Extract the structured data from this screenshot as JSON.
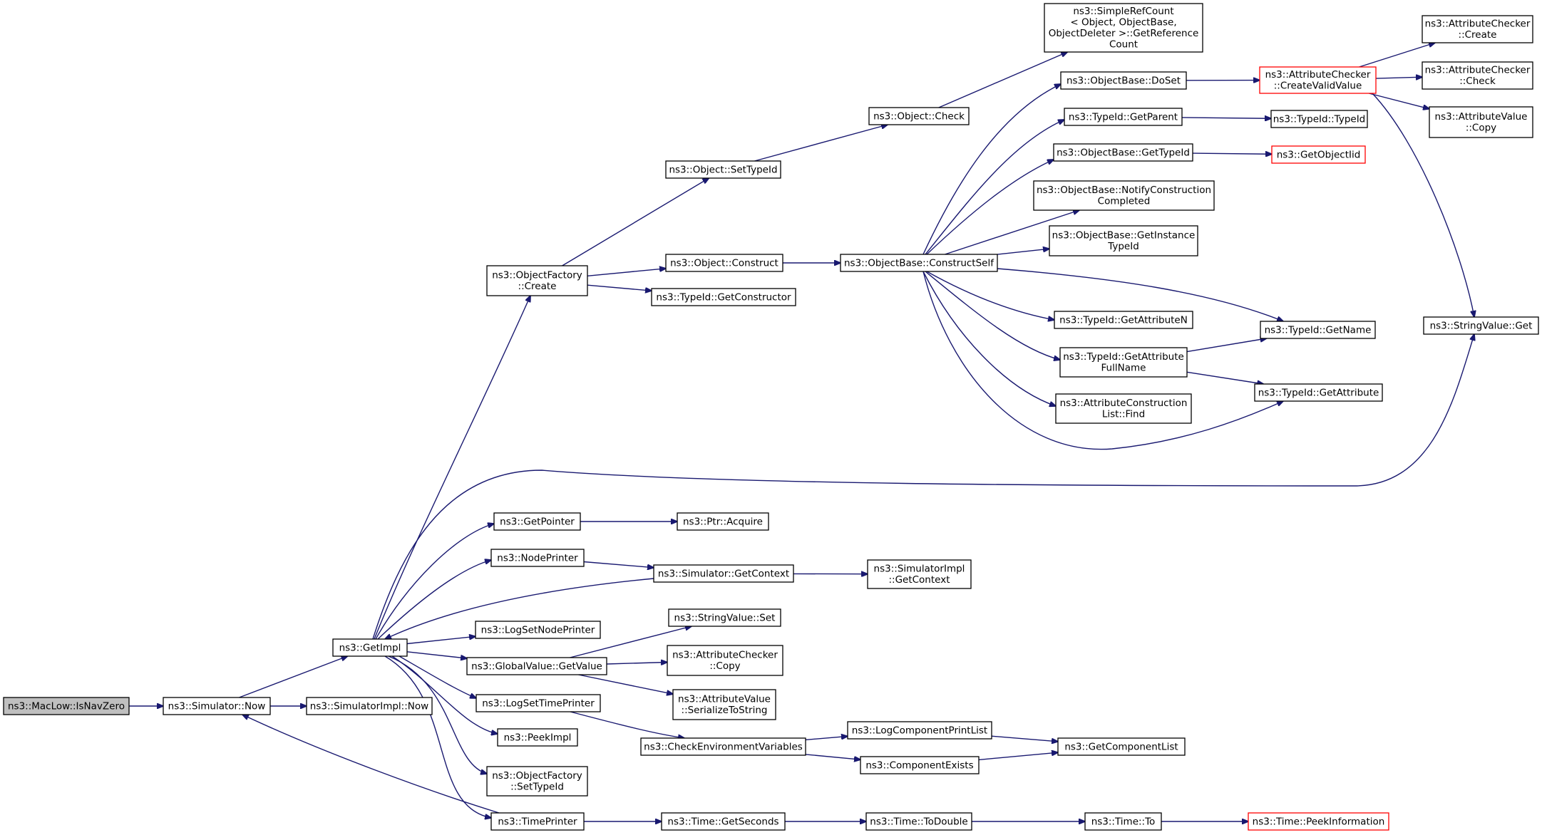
{
  "graph": {
    "title": "",
    "colors": {
      "edge": "#191970",
      "node_border": "#000000",
      "root_fill": "#bfbfbf",
      "truncated_border": "#ff0000"
    },
    "nodes": [
      {
        "id": "maclow_isnavzero",
        "lines": [
          "ns3::MacLow::IsNavZero"
        ],
        "style": "root"
      },
      {
        "id": "simulator_now",
        "lines": [
          "ns3::Simulator::Now"
        ]
      },
      {
        "id": "simulatorimpl_now",
        "lines": [
          "ns3::SimulatorImpl::Now"
        ]
      },
      {
        "id": "getimpl",
        "lines": [
          "ns3::GetImpl"
        ]
      },
      {
        "id": "objectfactory_create",
        "lines": [
          "ns3::ObjectFactory",
          "::Create"
        ]
      },
      {
        "id": "object_settypeid",
        "lines": [
          "ns3::Object::SetTypeId"
        ]
      },
      {
        "id": "object_construct",
        "lines": [
          "ns3::Object::Construct"
        ]
      },
      {
        "id": "typeid_getconstructor",
        "lines": [
          "ns3::TypeId::GetConstructor"
        ]
      },
      {
        "id": "object_check",
        "lines": [
          "ns3::Object::Check"
        ]
      },
      {
        "id": "simplerefcount",
        "lines": [
          "ns3::SimpleRefCount",
          "< Object, ObjectBase,",
          "ObjectDeleter >::GetReference",
          "Count"
        ]
      },
      {
        "id": "objectbase_constructself",
        "lines": [
          "ns3::ObjectBase::ConstructSelf"
        ]
      },
      {
        "id": "objectbase_doset",
        "lines": [
          "ns3::ObjectBase::DoSet"
        ]
      },
      {
        "id": "typeid_getparent",
        "lines": [
          "ns3::TypeId::GetParent"
        ]
      },
      {
        "id": "objectbase_gettypeid",
        "lines": [
          "ns3::ObjectBase::GetTypeId"
        ]
      },
      {
        "id": "objectbase_notifyconstructioncompleted",
        "lines": [
          "ns3::ObjectBase::NotifyConstruction",
          "Completed"
        ]
      },
      {
        "id": "objectbase_getinstancetypeid",
        "lines": [
          "ns3::ObjectBase::GetInstance",
          "TypeId"
        ]
      },
      {
        "id": "typeid_getattributen",
        "lines": [
          "ns3::TypeId::GetAttributeN"
        ]
      },
      {
        "id": "typeid_getattributefullname",
        "lines": [
          "ns3::TypeId::GetAttribute",
          "FullName"
        ]
      },
      {
        "id": "attributeconstructionlist_find",
        "lines": [
          "ns3::AttributeConstruction",
          "List::Find"
        ]
      },
      {
        "id": "attributechecker_createvalidvalue",
        "lines": [
          "ns3::AttributeChecker",
          "::CreateValidValue"
        ],
        "style": "trunc"
      },
      {
        "id": "typeid_typeid",
        "lines": [
          "ns3::TypeId::TypeId"
        ]
      },
      {
        "id": "getobjectiid",
        "lines": [
          "ns3::GetObjectIid"
        ],
        "style": "trunc"
      },
      {
        "id": "typeid_getname",
        "lines": [
          "ns3::TypeId::GetName"
        ]
      },
      {
        "id": "typeid_getattribute",
        "lines": [
          "ns3::TypeId::GetAttribute"
        ]
      },
      {
        "id": "attributechecker_create",
        "lines": [
          "ns3::AttributeChecker",
          "::Create"
        ]
      },
      {
        "id": "attributechecker_check",
        "lines": [
          "ns3::AttributeChecker",
          "::Check"
        ]
      },
      {
        "id": "attributevalue_copy",
        "lines": [
          "ns3::AttributeValue",
          "::Copy"
        ]
      },
      {
        "id": "stringvalue_get",
        "lines": [
          "ns3::StringValue::Get"
        ]
      },
      {
        "id": "getpointer",
        "lines": [
          "ns3::GetPointer"
        ]
      },
      {
        "id": "ptr_acquire",
        "lines": [
          "ns3::Ptr::Acquire"
        ]
      },
      {
        "id": "nodeprinter",
        "lines": [
          "ns3::NodePrinter"
        ]
      },
      {
        "id": "simulator_getcontext",
        "lines": [
          "ns3::Simulator::GetContext"
        ]
      },
      {
        "id": "simulatorimpl_getcontext",
        "lines": [
          "ns3::SimulatorImpl",
          "::GetContext"
        ]
      },
      {
        "id": "logsetnodeprinter",
        "lines": [
          "ns3::LogSetNodePrinter"
        ]
      },
      {
        "id": "stringvalue_set",
        "lines": [
          "ns3::StringValue::Set"
        ]
      },
      {
        "id": "globalvalue_getvalue",
        "lines": [
          "ns3::GlobalValue::GetValue"
        ]
      },
      {
        "id": "attributechecker_copy",
        "lines": [
          "ns3::AttributeChecker",
          "::Copy"
        ]
      },
      {
        "id": "attributevalue_serializetostring",
        "lines": [
          "ns3::AttributeValue",
          "::SerializeToString"
        ]
      },
      {
        "id": "logsettimeprinter",
        "lines": [
          "ns3::LogSetTimePrinter"
        ]
      },
      {
        "id": "checkenvironmentvariables",
        "lines": [
          "ns3::CheckEnvironmentVariables"
        ]
      },
      {
        "id": "logcomponentprintlist",
        "lines": [
          "ns3::LogComponentPrintList"
        ]
      },
      {
        "id": "componentexists",
        "lines": [
          "ns3::ComponentExists"
        ]
      },
      {
        "id": "getcomponentlist",
        "lines": [
          "ns3::GetComponentList"
        ]
      },
      {
        "id": "peekimpl",
        "lines": [
          "ns3::PeekImpl"
        ]
      },
      {
        "id": "objectfactory_settypeid",
        "lines": [
          "ns3::ObjectFactory",
          "::SetTypeId"
        ]
      },
      {
        "id": "timeprinter",
        "lines": [
          "ns3::TimePrinter"
        ]
      },
      {
        "id": "time_getseconds",
        "lines": [
          "ns3::Time::GetSeconds"
        ]
      },
      {
        "id": "time_todouble",
        "lines": [
          "ns3::Time::ToDouble"
        ]
      },
      {
        "id": "time_to",
        "lines": [
          "ns3::Time::To"
        ]
      },
      {
        "id": "time_peekinformation",
        "lines": [
          "ns3::Time::PeekInformation"
        ],
        "style": "trunc"
      }
    ],
    "edges": [
      [
        "maclow_isnavzero",
        "simulator_now"
      ],
      [
        "simulator_now",
        "simulatorimpl_now"
      ],
      [
        "simulator_now",
        "getimpl"
      ],
      [
        "getimpl",
        "objectfactory_create"
      ],
      [
        "objectfactory_create",
        "object_settypeid"
      ],
      [
        "objectfactory_create",
        "object_construct"
      ],
      [
        "objectfactory_create",
        "typeid_getconstructor"
      ],
      [
        "object_settypeid",
        "object_check"
      ],
      [
        "object_check",
        "simplerefcount"
      ],
      [
        "object_construct",
        "objectbase_constructself"
      ],
      [
        "objectbase_constructself",
        "objectbase_doset"
      ],
      [
        "objectbase_constructself",
        "typeid_getparent"
      ],
      [
        "objectbase_constructself",
        "objectbase_gettypeid"
      ],
      [
        "objectbase_constructself",
        "objectbase_notifyconstructioncompleted"
      ],
      [
        "objectbase_constructself",
        "objectbase_getinstancetypeid"
      ],
      [
        "objectbase_constructself",
        "typeid_getattributen"
      ],
      [
        "objectbase_constructself",
        "typeid_getattributefullname"
      ],
      [
        "objectbase_constructself",
        "attributeconstructionlist_find"
      ],
      [
        "objectbase_constructself",
        "typeid_getname"
      ],
      [
        "objectbase_constructself",
        "typeid_getattribute"
      ],
      [
        "objectbase_doset",
        "attributechecker_createvalidvalue"
      ],
      [
        "typeid_getparent",
        "typeid_typeid"
      ],
      [
        "objectbase_gettypeid",
        "getobjectiid"
      ],
      [
        "typeid_getattributefullname",
        "typeid_getname"
      ],
      [
        "typeid_getattributefullname",
        "typeid_getattribute"
      ],
      [
        "attributechecker_createvalidvalue",
        "attributechecker_create"
      ],
      [
        "attributechecker_createvalidvalue",
        "attributechecker_check"
      ],
      [
        "attributechecker_createvalidvalue",
        "attributevalue_copy"
      ],
      [
        "attributechecker_createvalidvalue",
        "stringvalue_get"
      ],
      [
        "getimpl",
        "stringvalue_get"
      ],
      [
        "getimpl",
        "getpointer"
      ],
      [
        "getpointer",
        "ptr_acquire"
      ],
      [
        "getimpl",
        "nodeprinter"
      ],
      [
        "nodeprinter",
        "simulator_getcontext"
      ],
      [
        "simulator_getcontext",
        "simulatorimpl_getcontext"
      ],
      [
        "simulator_getcontext",
        "getimpl"
      ],
      [
        "getimpl",
        "logsetnodeprinter"
      ],
      [
        "getimpl",
        "globalvalue_getvalue"
      ],
      [
        "globalvalue_getvalue",
        "stringvalue_set"
      ],
      [
        "globalvalue_getvalue",
        "attributechecker_copy"
      ],
      [
        "globalvalue_getvalue",
        "attributevalue_serializetostring"
      ],
      [
        "getimpl",
        "logsettimeprinter"
      ],
      [
        "logsettimeprinter",
        "checkenvironmentvariables"
      ],
      [
        "checkenvironmentvariables",
        "logcomponentprintlist"
      ],
      [
        "checkenvironmentvariables",
        "componentexists"
      ],
      [
        "logcomponentprintlist",
        "getcomponentlist"
      ],
      [
        "componentexists",
        "getcomponentlist"
      ],
      [
        "getimpl",
        "peekimpl"
      ],
      [
        "getimpl",
        "objectfactory_settypeid"
      ],
      [
        "getimpl",
        "timeprinter"
      ],
      [
        "timeprinter",
        "simulator_now"
      ],
      [
        "timeprinter",
        "time_getseconds"
      ],
      [
        "time_getseconds",
        "time_todouble"
      ],
      [
        "time_todouble",
        "time_to"
      ],
      [
        "time_to",
        "time_peekinformation"
      ]
    ]
  }
}
